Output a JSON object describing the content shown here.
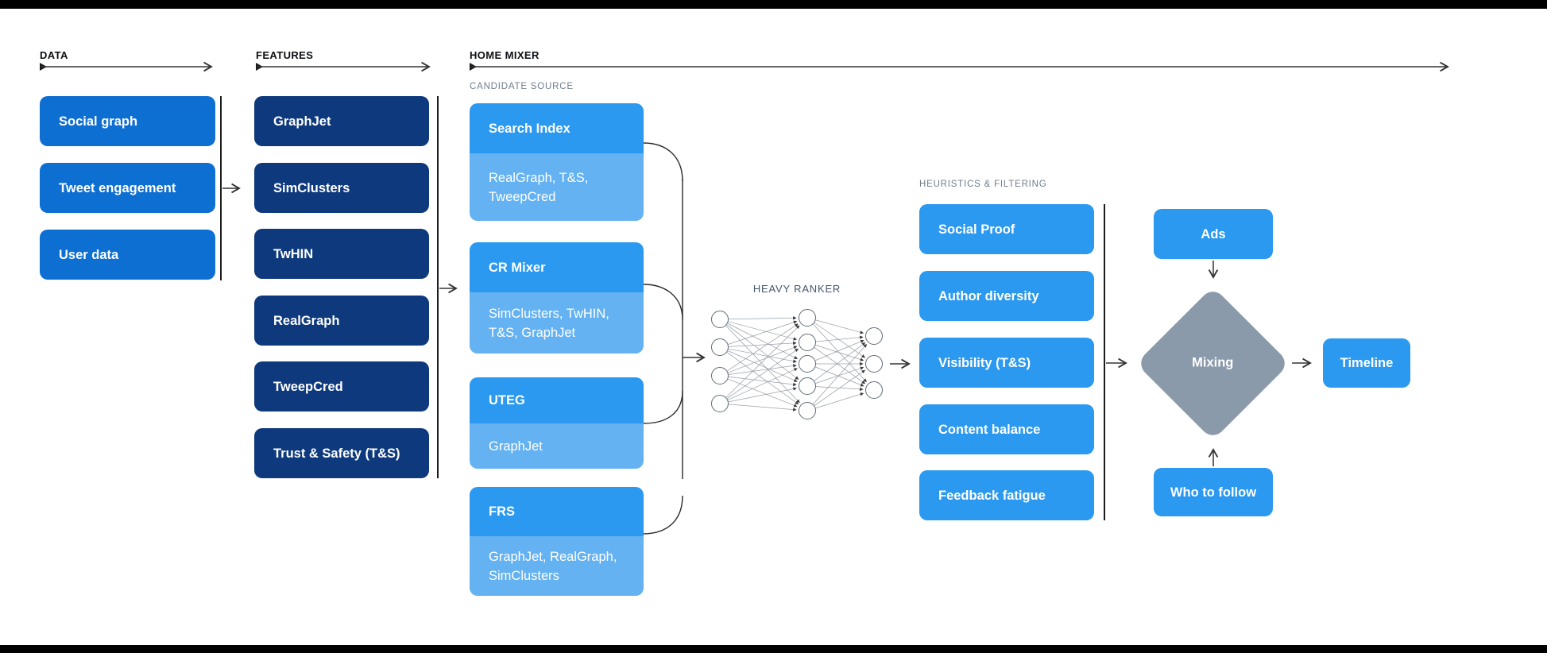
{
  "headers": {
    "data": "DATA",
    "features": "FEATURES",
    "home_mixer": "HOME MIXER"
  },
  "labels": {
    "candidate_source": "CANDIDATE SOURCE",
    "heavy_ranker": "HEAVY RANKER",
    "heuristics": "HEURISTICS & FILTERING"
  },
  "data_items": [
    "Social graph",
    "Tweet engagement",
    "User data"
  ],
  "feature_items": [
    "GraphJet",
    "SimClusters",
    "TwHIN",
    "RealGraph",
    "TweepCred",
    "Trust & Safety (T&S)"
  ],
  "candidate_groups": [
    {
      "source": "Search Index",
      "features": "RealGraph, T&S, TweepCred"
    },
    {
      "source": "CR Mixer",
      "features": "SimClusters, TwHIN, T&S, GraphJet"
    },
    {
      "source": "UTEG",
      "features": "GraphJet"
    },
    {
      "source": "FRS",
      "features": "GraphJet, RealGraph, SimClusters"
    }
  ],
  "heuristic_items": [
    "Social Proof",
    "Author diversity",
    "Visibility (T&S)",
    "Content balance",
    "Feedback fatigue"
  ],
  "mixer": {
    "ads": "Ads",
    "mixing": "Mixing",
    "who_to_follow": "Who to follow",
    "timeline": "Timeline"
  },
  "colors": {
    "data_box": "#0e6fd2",
    "feature_box": "#0e3a7d",
    "source_box": "#2b99f0",
    "source_sub_box": "#64b2f2",
    "diamond": "#8a9aab"
  }
}
